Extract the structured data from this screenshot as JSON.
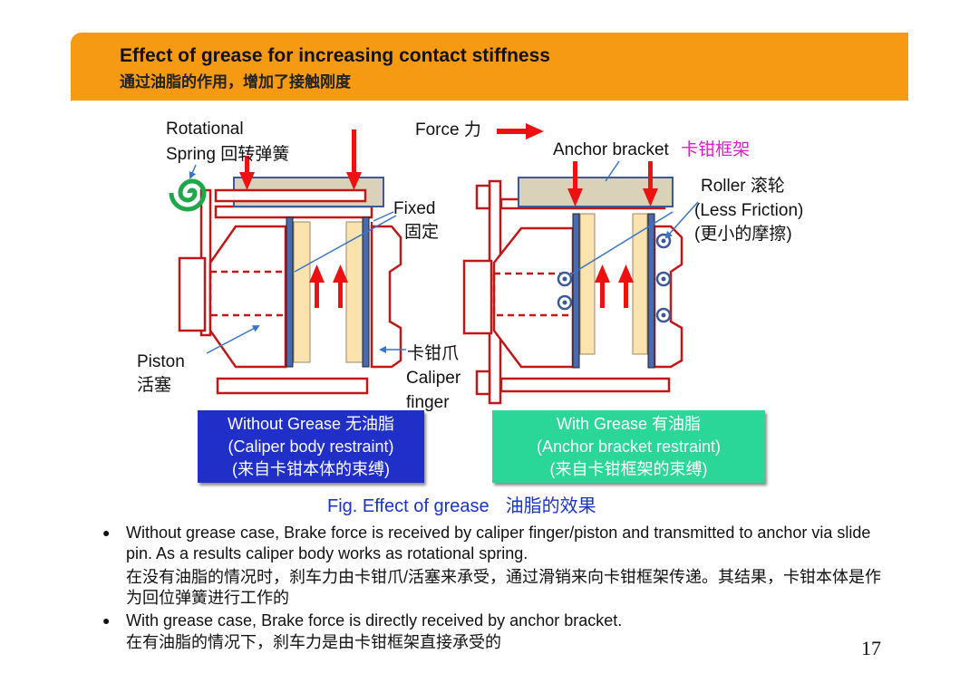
{
  "header": {
    "title_en": "Effect of grease for increasing contact stiffness",
    "title_zh": "通过油脂的作用，增加了接触刚度"
  },
  "diagram": {
    "left": {
      "rotational_spring_line1": "Rotational",
      "rotational_spring_line2": "Spring 回转弹簧",
      "fixed_en": "Fixed",
      "fixed_zh": "固定",
      "piston_en": "Piston",
      "piston_zh": "活塞",
      "caliper_finger_zh": "卡钳爪",
      "caliper_finger_en1": "Caliper",
      "caliper_finger_en2": "finger"
    },
    "right": {
      "force": "Force 力",
      "anchor_bracket_en": "Anchor bracket",
      "anchor_bracket_zh": "卡钳框架",
      "roller_line1": "Roller 滚轮",
      "roller_line2": "(Less Friction)",
      "roller_line3": "(更小的摩擦)"
    },
    "box_without": {
      "line1": "Without Grease 无油脂",
      "line2": "(Caliper body restraint)",
      "line3": "(来自卡钳本体的束缚)"
    },
    "box_with": {
      "line1": "With Grease 有油脂",
      "line2": "(Anchor  bracket restraint)",
      "line3": "(来自卡钳框架的束缚)"
    },
    "caption_en": "Fig. Effect of grease",
    "caption_zh": "油脂的效果"
  },
  "bullets": [
    {
      "en": "Without grease case, Brake force is received by caliper finger/piston and transmitted to anchor  via slide pin. As a results caliper body works as rotational spring.",
      "zh": "在没有油脂的情况时，刹车力由卡钳爪/活塞来承受，通过滑销来向卡钳框架传递。其结果，卡钳本体是作为回位弹簧进行工作的"
    },
    {
      "en": "With grease case, Brake force is directly received by anchor bracket.",
      "zh": "在有油脂的情况下，刹车力是由卡钳框架直接承受的"
    }
  ],
  "page_number": "17",
  "colors": {
    "banner": "#f59a12",
    "arrow_red": "#ee1111",
    "caliper_outline": "#c01818",
    "pad_fill": "#fbe3b0",
    "plate_blue": "#4a6ab0",
    "bracket_fill": "#dad2b8",
    "spring_green": "#1ea84a",
    "box_without": "#1f2fc8",
    "box_with": "#2bd699",
    "caption_blue": "#1a33c9",
    "magenta": "#e01ccd"
  }
}
